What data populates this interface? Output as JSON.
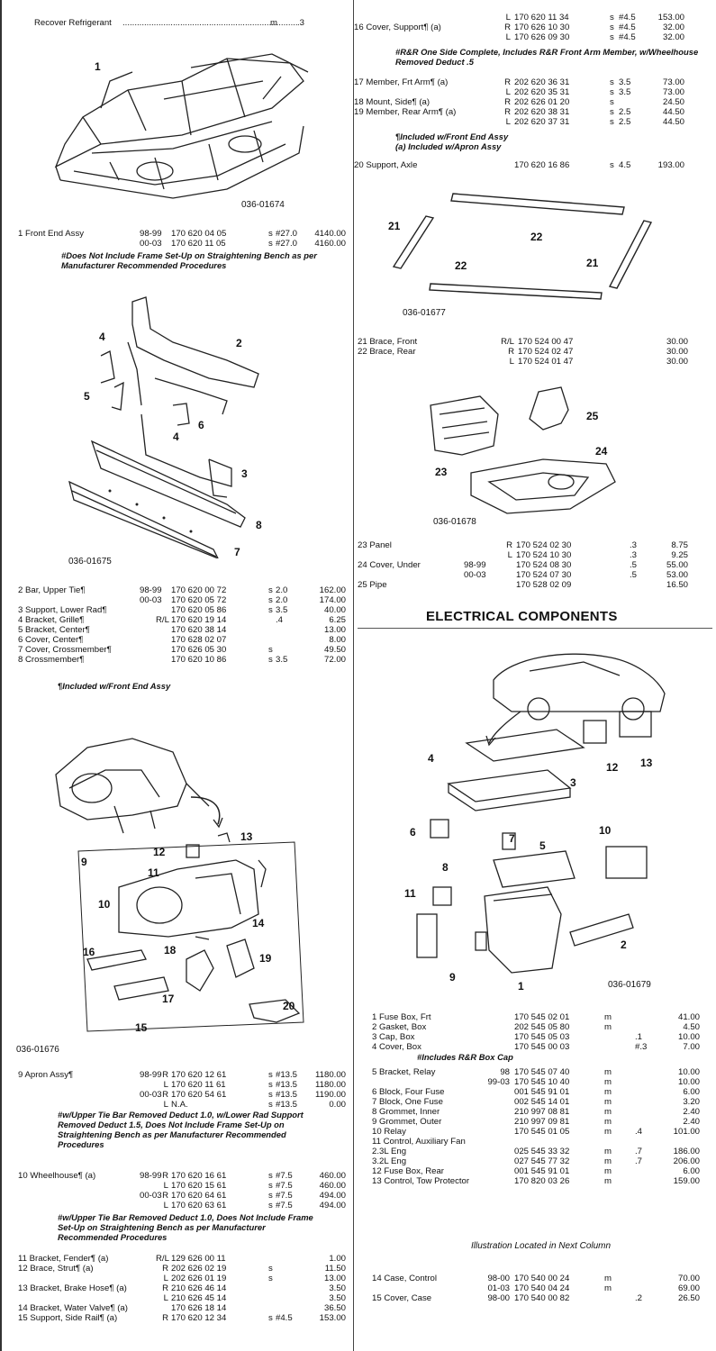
{
  "left": {
    "top_line": {
      "desc": "Recover Refrigerant",
      "flag": "m",
      "lab": ".3"
    },
    "fig1": {
      "id": "036-01674",
      "callouts": [
        "1"
      ]
    },
    "group1": [
      {
        "desc": "1  Front End Assy",
        "yr": "98-99",
        "side": "",
        "pn": "170 620 04 05",
        "flag": "s",
        "lab": "#27.0",
        "price": "4140.00"
      },
      {
        "desc": "",
        "yr": "00-03",
        "side": "",
        "pn": "170 620 11 05",
        "flag": "s",
        "lab": "#27.0",
        "price": "4160.00"
      }
    ],
    "note1": "#Does Not Include Frame Set-Up on Straightening Bench as per Manufacturer Recommended Procedures",
    "fig2": {
      "id": "036-01675",
      "callouts": [
        "4",
        "2",
        "5",
        "6",
        "4",
        "3",
        "8",
        "7"
      ]
    },
    "group2": [
      {
        "desc": "2  Bar, Upper Tie¶",
        "yr": "98-99",
        "side": "",
        "pn": "170 620 00 72",
        "flag": "s",
        "lab": "2.0",
        "price": "162.00"
      },
      {
        "desc": "",
        "yr": "00-03",
        "side": "",
        "pn": "170 620 05 72",
        "flag": "s",
        "lab": "2.0",
        "price": "174.00"
      },
      {
        "desc": "3  Support, Lower Rad¶",
        "yr": "",
        "side": "",
        "pn": "170 620 05 86",
        "flag": "s",
        "lab": "3.5",
        "price": "40.00"
      },
      {
        "desc": "4  Bracket, Grille¶",
        "yr": "",
        "side": "R/L",
        "pn": "170 620 19 14",
        "flag": "",
        "lab": ".4",
        "price": "6.25"
      },
      {
        "desc": "5  Bracket, Center¶",
        "yr": "",
        "side": "",
        "pn": "170 620 38 14",
        "flag": "",
        "lab": "",
        "price": "13.00"
      },
      {
        "desc": "6  Cover, Center¶",
        "yr": "",
        "side": "",
        "pn": "170 628 02 07",
        "flag": "",
        "lab": "",
        "price": "8.00"
      },
      {
        "desc": "7  Cover, Crossmember¶",
        "yr": "",
        "side": "",
        "pn": "170 626 05 30",
        "flag": "s",
        "lab": "",
        "price": "49.50"
      },
      {
        "desc": "8  Crossmember¶",
        "yr": "",
        "side": "",
        "pn": "170 620 10 86",
        "flag": "s",
        "lab": "3.5",
        "price": "72.00"
      }
    ],
    "note2": "¶Included w/Front End Assy",
    "fig3": {
      "id": "036-01676",
      "callouts": [
        "9",
        "12",
        "13",
        "11",
        "10",
        "14",
        "16",
        "18",
        "19",
        "17",
        "15",
        "20"
      ]
    },
    "group3a": [
      {
        "desc": "9  Apron Assy¶",
        "yr": "98-99",
        "side": "R",
        "pn": "170 620 12 61",
        "flag": "s",
        "lab": "#13.5",
        "price": "1180.00"
      },
      {
        "desc": "",
        "yr": "",
        "side": "L",
        "pn": "170 620 11 61",
        "flag": "s",
        "lab": "#13.5",
        "price": "1180.00"
      },
      {
        "desc": "",
        "yr": "00-03",
        "side": "R",
        "pn": "170 620 54 61",
        "flag": "s",
        "lab": "#13.5",
        "price": "1190.00"
      },
      {
        "desc": "",
        "yr": "",
        "side": "L",
        "pn": "N.A.",
        "flag": "s",
        "lab": "#13.5",
        "price": "0.00"
      }
    ],
    "note3": "#w/Upper Tie Bar Removed Deduct 1.0, w/Lower Rad Support Removed Deduct 1.5, Does Not Include Frame Set-Up on Straightening Bench as per Manufacturer Recommended Procedures",
    "group3b": [
      {
        "desc": "10  Wheelhouse¶ (a)",
        "yr": "98-99",
        "side": "R",
        "pn": "170 620 16 61",
        "flag": "s",
        "lab": "#7.5",
        "price": "460.00"
      },
      {
        "desc": "",
        "yr": "",
        "side": "L",
        "pn": "170 620 15 61",
        "flag": "s",
        "lab": "#7.5",
        "price": "460.00"
      },
      {
        "desc": "",
        "yr": "00-03",
        "side": "R",
        "pn": "170 620 64 61",
        "flag": "s",
        "lab": "#7.5",
        "price": "494.00"
      },
      {
        "desc": "",
        "yr": "",
        "side": "L",
        "pn": "170 620 63 61",
        "flag": "s",
        "lab": "#7.5",
        "price": "494.00"
      }
    ],
    "note4": "#w/Upper Tie Bar Removed Deduct 1.0, Does Not Include Frame Set-Up on Straightening Bench as per Manufacturer Recommended Procedures",
    "group3c": [
      {
        "desc": "11  Bracket, Fender¶ (a)",
        "yr": "",
        "side": "R/L",
        "pn": "129 626 00 11",
        "flag": "",
        "lab": "",
        "price": "1.00"
      },
      {
        "desc": "12  Brace, Strut¶ (a)",
        "yr": "",
        "side": "R",
        "pn": "202 626 02 19",
        "flag": "s",
        "lab": "",
        "price": "11.50"
      },
      {
        "desc": "",
        "yr": "",
        "side": "L",
        "pn": "202 626 01 19",
        "flag": "s",
        "lab": "",
        "price": "13.00"
      },
      {
        "desc": "13  Bracket, Brake Hose¶ (a)",
        "yr": "",
        "side": "R",
        "pn": "210 626 46 14",
        "flag": "",
        "lab": "",
        "price": "3.50"
      },
      {
        "desc": "",
        "yr": "",
        "side": "L",
        "pn": "210 626 45 14",
        "flag": "",
        "lab": "",
        "price": "3.50"
      },
      {
        "desc": "14  Bracket, Water Valve¶ (a)",
        "yr": "",
        "side": "",
        "pn": "170 626 18 14",
        "flag": "",
        "lab": "",
        "price": "36.50"
      },
      {
        "desc": "15  Support, Side Rail¶ (a)",
        "yr": "",
        "side": "R",
        "pn": "170 620 12 34",
        "flag": "s",
        "lab": "#4.5",
        "price": "153.00"
      }
    ]
  },
  "right": {
    "group4": [
      {
        "desc": "",
        "side": "L",
        "pn": "170 620 11 34",
        "flag": "s",
        "lab": "#4.5",
        "price": "153.00"
      },
      {
        "desc": "16  Cover, Support¶ (a)",
        "side": "R",
        "pn": "170 626 10 30",
        "flag": "s",
        "lab": "#4.5",
        "price": "32.00"
      },
      {
        "desc": "",
        "side": "L",
        "pn": "170 626 09 30",
        "flag": "s",
        "lab": "#4.5",
        "price": "32.00"
      }
    ],
    "note5": "#R&R One Side Complete, Includes R&R Front Arm Member, w/Wheelhouse Removed Deduct .5",
    "group5": [
      {
        "desc": "17  Member, Frt Arm¶ (a)",
        "side": "R",
        "pn": "202 620 36 31",
        "flag": "s",
        "lab": "3.5",
        "price": "73.00"
      },
      {
        "desc": "",
        "side": "L",
        "pn": "202 620 35 31",
        "flag": "s",
        "lab": "3.5",
        "price": "73.00"
      },
      {
        "desc": "18  Mount, Side¶ (a)",
        "side": "R",
        "pn": "202 626 01 20",
        "flag": "s",
        "lab": "",
        "price": "24.50"
      },
      {
        "desc": "19  Member, Rear Arm¶ (a)",
        "side": "R",
        "pn": "202 620 38 31",
        "flag": "s",
        "lab": "2.5",
        "price": "44.50"
      },
      {
        "desc": "",
        "side": "L",
        "pn": "202 620 37 31",
        "flag": "s",
        "lab": "2.5",
        "price": "44.50"
      }
    ],
    "note6a": "¶Included w/Front End Assy",
    "note6b": "(a) Included w/Apron Assy",
    "row20": {
      "desc": "20  Support, Axle",
      "side": "",
      "pn": "170 620 16 86",
      "flag": "s",
      "lab": "4.5",
      "price": "193.00"
    },
    "fig4": {
      "id": "036-01677",
      "callouts": [
        "21",
        "22",
        "22",
        "21"
      ]
    },
    "group6": [
      {
        "desc": "21  Brace, Front",
        "side": "R/L",
        "pn": "170 524 00 47",
        "flag": "",
        "lab": "",
        "price": "30.00"
      },
      {
        "desc": "22  Brace, Rear",
        "side": "R",
        "pn": "170 524 02 47",
        "flag": "",
        "lab": "",
        "price": "30.00"
      },
      {
        "desc": "",
        "side": "L",
        "pn": "170 524 01 47",
        "flag": "",
        "lab": "",
        "price": "30.00"
      }
    ],
    "fig5": {
      "id": "036-01678",
      "callouts": [
        "25",
        "24",
        "23"
      ]
    },
    "group7": [
      {
        "desc": "23  Panel",
        "yr": "",
        "side": "R",
        "pn": "170 524 02 30",
        "flag": "",
        "lab": ".3",
        "price": "8.75"
      },
      {
        "desc": "",
        "yr": "",
        "side": "L",
        "pn": "170 524 10 30",
        "flag": "",
        "lab": ".3",
        "price": "9.25"
      },
      {
        "desc": "24  Cover, Under",
        "yr": "98-99",
        "side": "",
        "pn": "170 524 08 30",
        "flag": "",
        "lab": ".5",
        "price": "55.00"
      },
      {
        "desc": "",
        "yr": "00-03",
        "side": "",
        "pn": "170 524 07 30",
        "flag": "",
        "lab": ".5",
        "price": "53.00"
      },
      {
        "desc": "25  Pipe",
        "yr": "",
        "side": "",
        "pn": "170 528 02 09",
        "flag": "",
        "lab": "",
        "price": "16.50"
      }
    ],
    "heading": "ELECTRICAL COMPONENTS",
    "fig6": {
      "id": "036-01679",
      "callouts": [
        "4",
        "12",
        "13",
        "3",
        "10",
        "6",
        "7",
        "5",
        "8",
        "11",
        "2",
        "9",
        "1"
      ]
    },
    "group8": [
      {
        "desc": "1  Fuse Box, Frt",
        "yr": "",
        "pn": "170 545 02 01",
        "flag": "m",
        "lab": "",
        "price": "41.00"
      },
      {
        "desc": "2  Gasket, Box",
        "yr": "",
        "pn": "202 545 05 80",
        "flag": "m",
        "lab": "",
        "price": "4.50"
      },
      {
        "desc": "3  Cap, Box",
        "yr": "",
        "pn": "170 545 05 03",
        "flag": "",
        "lab": ".1",
        "price": "10.00"
      },
      {
        "desc": "4  Cover, Box",
        "yr": "",
        "pn": "170 545 00 03",
        "flag": "",
        "lab": "#.3",
        "price": "7.00"
      }
    ],
    "note7": "#Includes R&R Box Cap",
    "group9": [
      {
        "desc": "5  Bracket, Relay",
        "yr": "98",
        "pn": "170 545 07 40",
        "flag": "m",
        "lab": "",
        "price": "10.00"
      },
      {
        "desc": "",
        "yr": "99-03",
        "pn": "170 545 10 40",
        "flag": "m",
        "lab": "",
        "price": "10.00"
      },
      {
        "desc": "6  Block, Four Fuse",
        "yr": "",
        "pn": "001 545 91 01",
        "flag": "m",
        "lab": "",
        "price": "6.00"
      },
      {
        "desc": "7  Block, One Fuse",
        "yr": "",
        "pn": "002 545 14 01",
        "flag": "m",
        "lab": "",
        "price": "3.20"
      },
      {
        "desc": "8  Grommet, Inner",
        "yr": "",
        "pn": "210 997 08 81",
        "flag": "m",
        "lab": "",
        "price": "2.40"
      },
      {
        "desc": "9  Grommet, Outer",
        "yr": "",
        "pn": "210 997 09 81",
        "flag": "m",
        "lab": "",
        "price": "2.40"
      },
      {
        "desc": "10  Relay",
        "yr": "",
        "pn": "170 545 01 05",
        "flag": "m",
        "lab": ".4",
        "price": "101.00"
      },
      {
        "desc": "11  Control, Auxiliary Fan",
        "yr": "",
        "pn": "",
        "flag": "",
        "lab": "",
        "price": ""
      },
      {
        "desc": "      2.3L Eng",
        "yr": "",
        "pn": "025 545 33 32",
        "flag": "m",
        "lab": ".7",
        "price": "186.00"
      },
      {
        "desc": "      3.2L Eng",
        "yr": "",
        "pn": "027 545 77 32",
        "flag": "m",
        "lab": ".7",
        "price": "206.00"
      },
      {
        "desc": "12  Fuse Box, Rear",
        "yr": "",
        "pn": "001 545 91 01",
        "flag": "m",
        "lab": "",
        "price": "6.00"
      },
      {
        "desc": "13  Control, Tow Protector",
        "yr": "",
        "pn": "170 820 03 26",
        "flag": "m",
        "lab": "",
        "price": "159.00"
      }
    ],
    "caption": "Illustration Located in Next Column",
    "group10": [
      {
        "desc": "14  Case, Control",
        "yr": "98-00",
        "pn": "170 540 00 24",
        "flag": "m",
        "lab": "",
        "price": "70.00"
      },
      {
        "desc": "",
        "yr": "01-03",
        "pn": "170 540 04 24",
        "flag": "m",
        "lab": "",
        "price": "69.00"
      },
      {
        "desc": "15  Cover, Case",
        "yr": "98-00",
        "pn": "170 540 00 82",
        "flag": "",
        "lab": ".2",
        "price": "26.50"
      }
    ]
  }
}
